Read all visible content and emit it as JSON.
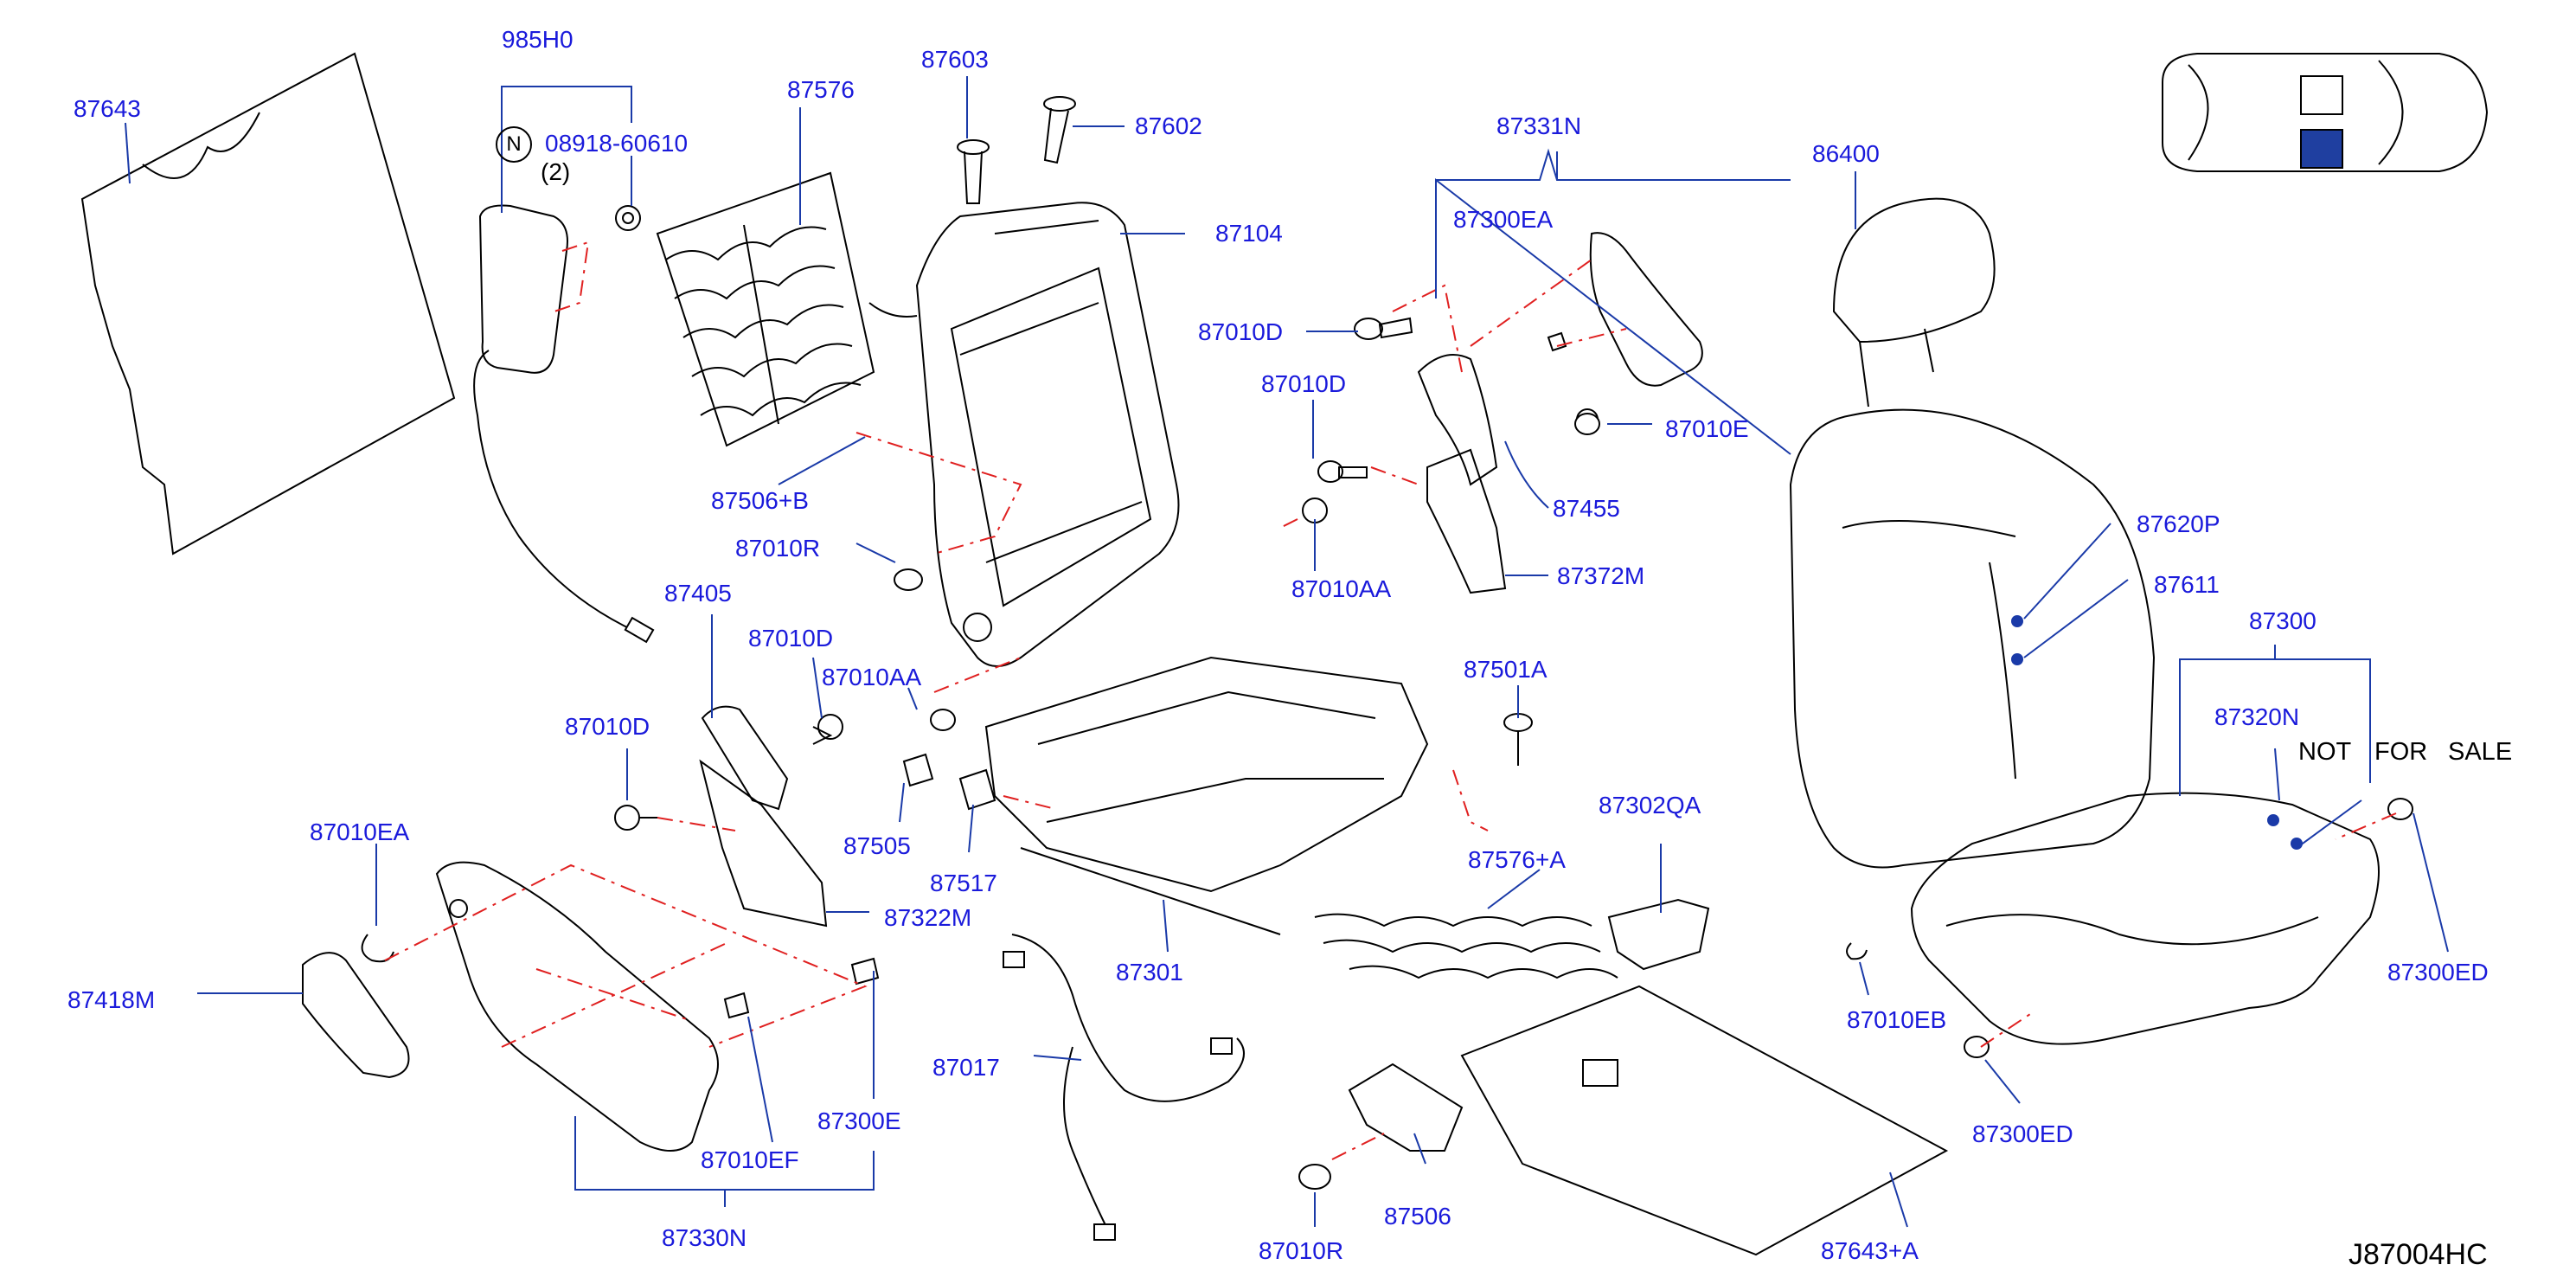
{
  "labels": {
    "p87643": "87643",
    "p985H0": "985H0",
    "p08918": "08918-60610",
    "p08918_qty": "(2)",
    "pN": "N",
    "p87576": "87576",
    "p87603": "87603",
    "p87602": "87602",
    "p87104": "87104",
    "p87331N": "87331N",
    "p87300EA": "87300EA",
    "p87010D_a": "87010D",
    "p87010D_b": "87010D",
    "p87010E": "87010E",
    "p86400": "86400",
    "p87455": "87455",
    "p87506B": "87506+B",
    "p87010R_a": "87010R",
    "p87010AA_a": "87010AA",
    "p87372M": "87372M",
    "p87620P": "87620P",
    "p87611": "87611",
    "p87405": "87405",
    "p87010D_c": "87010D",
    "p87010AA_b": "87010AA",
    "p87501A": "87501A",
    "p87300": "87300",
    "p87010D_d": "87010D",
    "p87320N": "87320N",
    "p87505": "87505",
    "p87302QA": "87302QA",
    "p87010EA": "87010EA",
    "p87517": "87517",
    "p87576A": "87576+A",
    "p87322M": "87322M",
    "p87301": "87301",
    "p87300ED_a": "87300ED",
    "p87418M": "87418M",
    "p87017": "87017",
    "p87010EB": "87010EB",
    "p87300E": "87300E",
    "p87010EF": "87010EF",
    "p87300ED_b": "87300ED",
    "p87506": "87506",
    "p87330N": "87330N",
    "p87010R_b": "87010R",
    "p87643A": "87643+A",
    "not": "NOT",
    "for": "FOR",
    "sale": "SALE",
    "code": "J87004HC"
  },
  "colors": {
    "label": "#1a1adb",
    "leader": "#1a3aa8",
    "hidden_line": "#e02020",
    "part_outline": "#000000",
    "car_highlight": "#1f3fa0"
  }
}
